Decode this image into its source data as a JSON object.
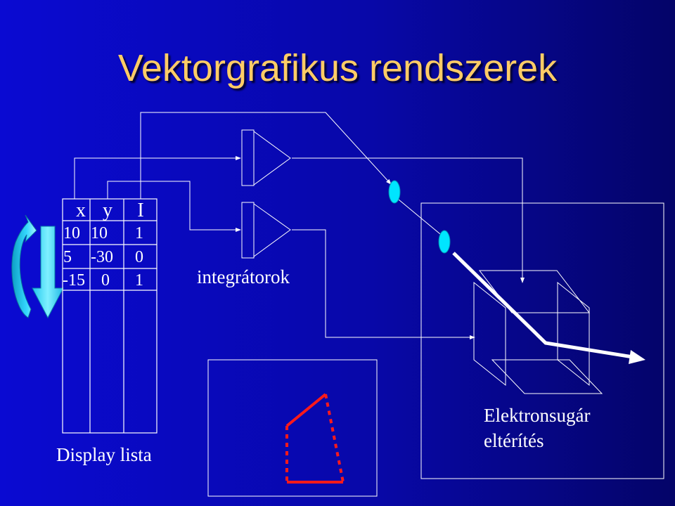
{
  "title": "Vektorgrafikus rendszerek",
  "display_list": {
    "headers": [
      "x",
      "y",
      "I"
    ],
    "rows": [
      [
        "10",
        "10",
        "1"
      ],
      [
        "5",
        "-30",
        "0"
      ],
      [
        "-15",
        "0",
        "1"
      ]
    ],
    "label": "Display lista"
  },
  "integrators_label": "integrátorok",
  "beam_label": [
    "Elektronsugár",
    "eltérítés"
  ],
  "colors": {
    "background_left": "#0a0ad2",
    "background_right": "#040468",
    "title": "#ffcc66",
    "lines": "#ffffff",
    "plates": "#00e5ff",
    "drawn_figure": "#ff1a1a",
    "loop_arrow": "#33d6ff"
  },
  "icons": [
    "loop-arrow-icon",
    "down-arrow-icon"
  ]
}
